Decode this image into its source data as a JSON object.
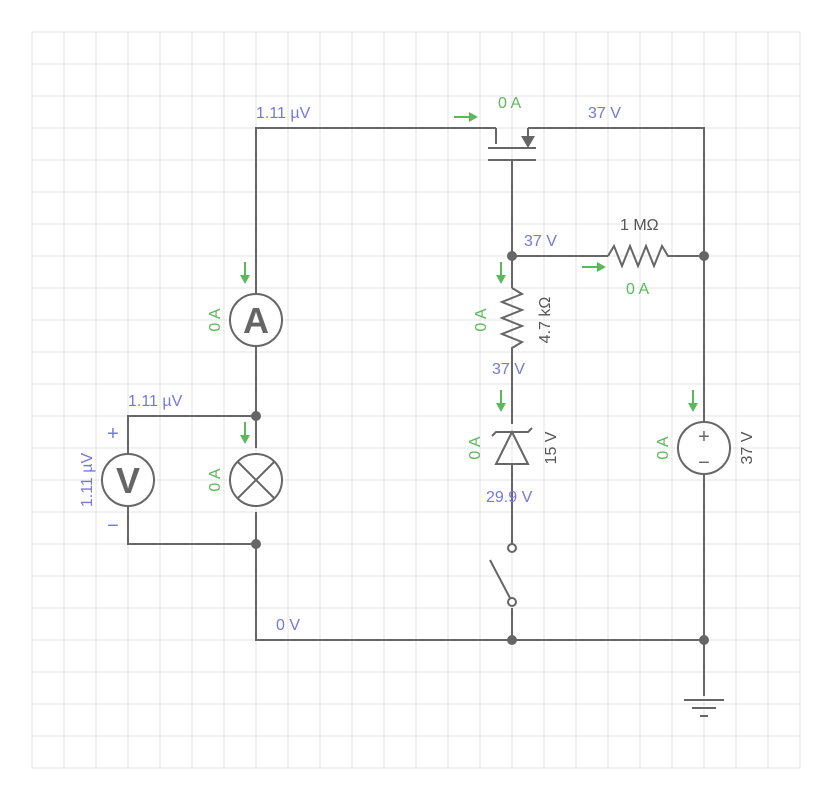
{
  "labels": {
    "v_mosfet_gate": "1.11 µV",
    "i_mosfet": "0 A",
    "v_mosfet_source": "37 V",
    "v_node_upper": "37 V",
    "r_top_value": "1 MΩ",
    "i_r_top": "0 A",
    "i_ammeter": "0 A",
    "i_r_mid": "0 A",
    "r_mid_value": "4.7 kΩ",
    "v_r_mid_bottom": "37 V",
    "v_lamp_top": "1.11 µV",
    "v_voltmeter": "1.11 µV",
    "i_lamp": "0 A",
    "i_zener": "0 A",
    "zener_value": "15 V",
    "v_zener_bottom": "29.9 V",
    "i_source": "0 A",
    "source_value": "37 V",
    "v_ground_wire": "0 V",
    "ammeter_letter": "A",
    "voltmeter_letter": "V",
    "voltmeter_plus": "+",
    "voltmeter_minus": "−",
    "source_plus": "+",
    "source_minus": "−"
  },
  "colors": {
    "wire": "#666666",
    "voltage": "#7777dd",
    "current": "#5cb85c",
    "grid": "#e3e3e3"
  }
}
